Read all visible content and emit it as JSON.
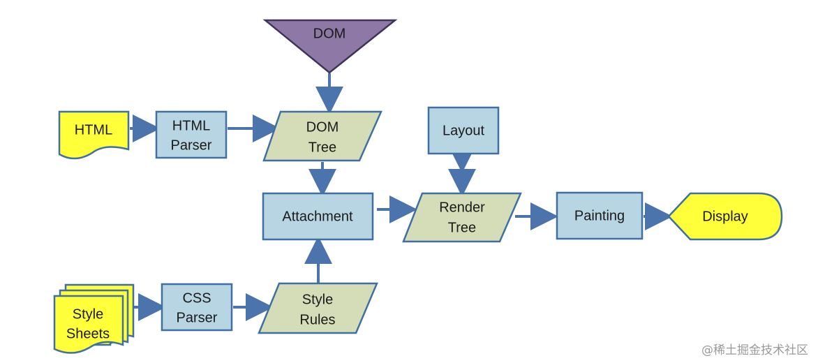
{
  "nodes": {
    "dom": "DOM",
    "html": "HTML",
    "html_parser": [
      "HTML",
      "Parser"
    ],
    "dom_tree": [
      "DOM",
      "Tree"
    ],
    "layout": "Layout",
    "attachment": "Attachment",
    "render_tree": [
      "Render",
      "Tree"
    ],
    "painting": "Painting",
    "display": "Display",
    "style_sheets": [
      "Style",
      "Sheets"
    ],
    "css_parser": [
      "CSS",
      "Parser"
    ],
    "style_rules": [
      "Style",
      "Rules"
    ]
  },
  "colors": {
    "process_fill": "#b7d5e2",
    "data_fill": "#d4ddb7",
    "document_fill": "#ffff3a",
    "dom_fill": "#8e78a6",
    "arrow": "#4b74ad"
  },
  "watermark": "@稀土掘金技术社区"
}
